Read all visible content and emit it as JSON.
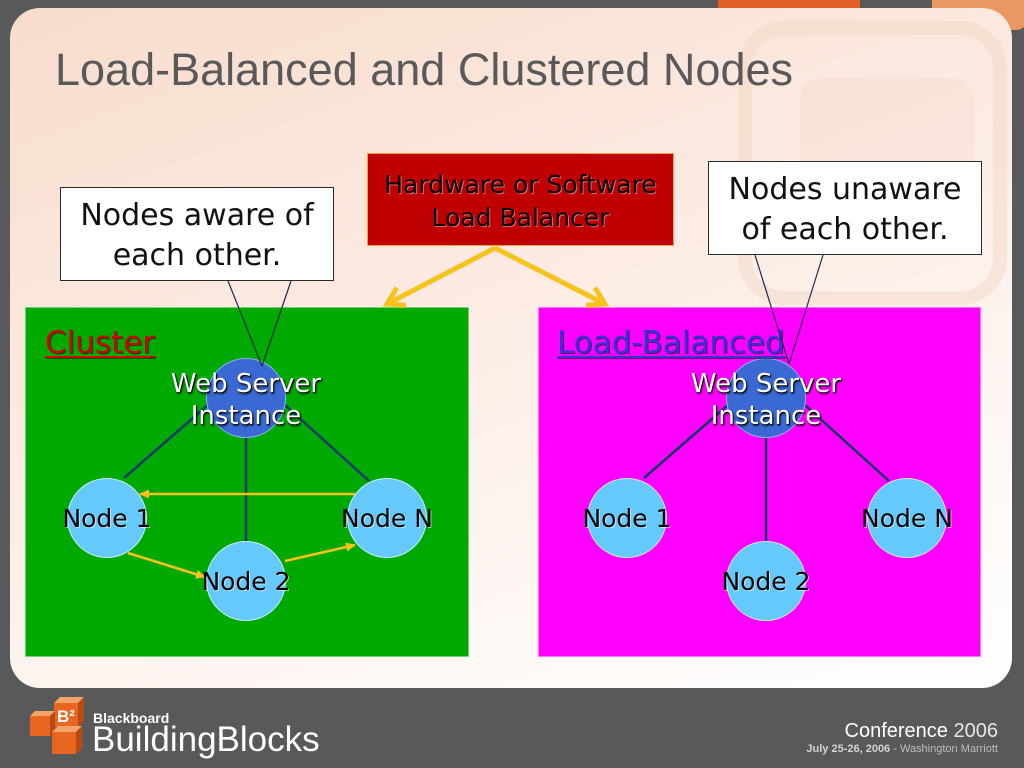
{
  "slide": {
    "title": "Load-Balanced and Clustered Nodes"
  },
  "load_balancer": {
    "lines": [
      "Hardware or Software",
      "Load Balancer"
    ]
  },
  "callouts": {
    "aware": {
      "lines": [
        "Nodes aware of",
        "each other."
      ]
    },
    "unaware": {
      "lines": [
        "Nodes unaware",
        "of each other."
      ]
    }
  },
  "cluster": {
    "label": "Cluster",
    "web_server": {
      "lines": [
        "Web Server",
        "Instance"
      ]
    },
    "node_1": "Node 1",
    "node_2": "Node 2",
    "node_n": "Node N"
  },
  "load_balanced": {
    "label": "Load-Balanced",
    "web_server": {
      "lines": [
        "Web Server",
        "Instance"
      ]
    },
    "node_1": "Node 1",
    "node_2": "Node 2",
    "node_n": "Node N"
  },
  "footer": {
    "logo_mark": "B²",
    "brand_small": "Blackboard",
    "brand_large": "BuildingBlocks",
    "conference_word": "Conference",
    "conference_year": "2006",
    "event_dates": "July 25-26, 2006",
    "event_separator": " - ",
    "event_venue": "Washington Marriott"
  },
  "colors": {
    "cluster_bg": "#00a900",
    "load_balanced_bg": "#ff00ff",
    "balancer_bg": "#c00000",
    "web_server_fill": "#3a69d4",
    "node_fill": "#66c9fb",
    "arrow": "#f6c21c",
    "link": "#123a68",
    "cluster_label": "#d40000",
    "load_balanced_label": "#3434d2",
    "brand_orange": "#e8661f"
  }
}
